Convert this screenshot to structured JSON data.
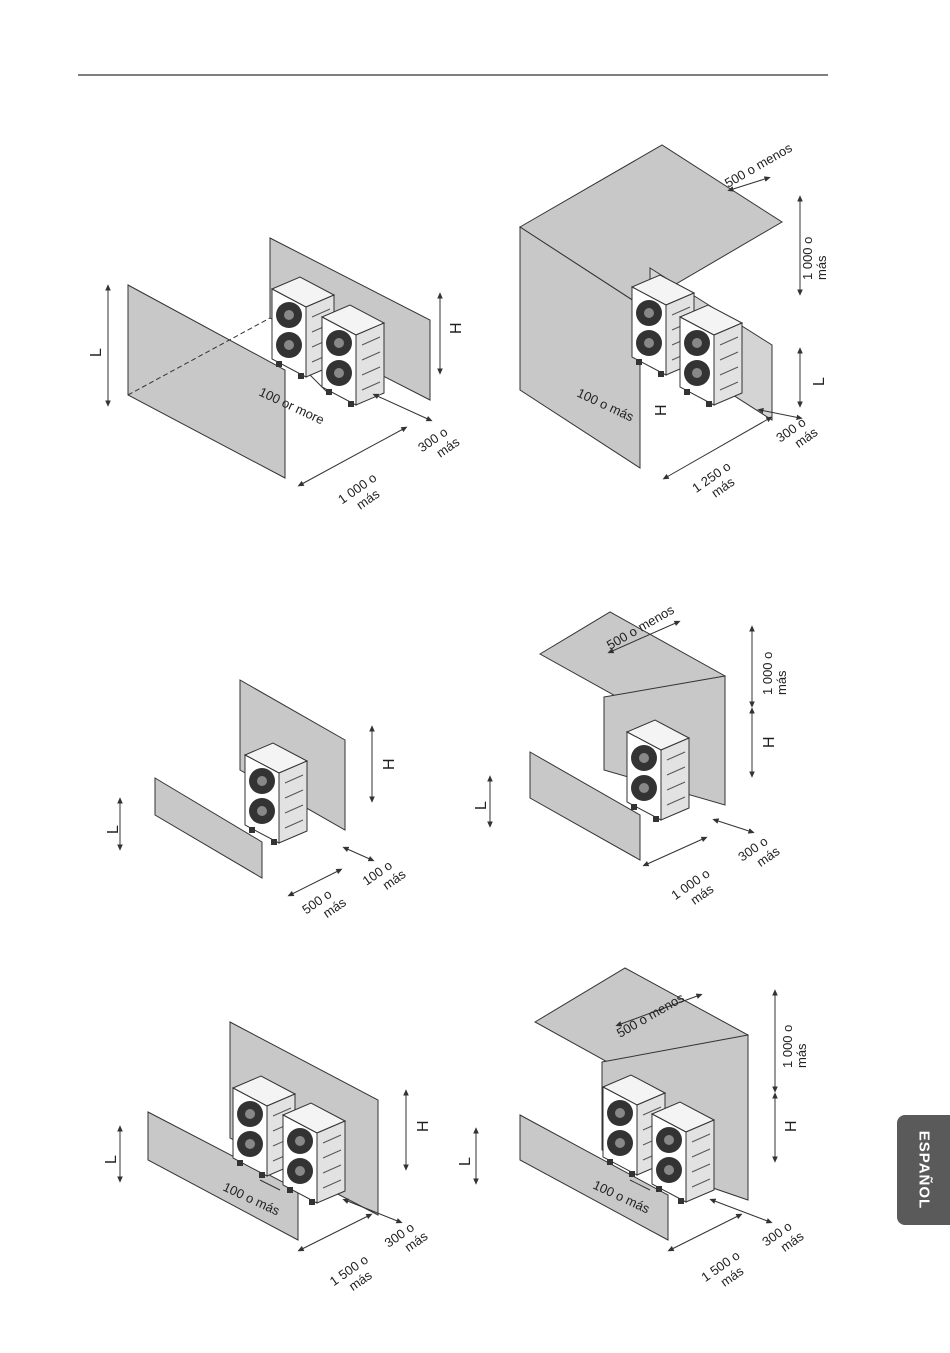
{
  "side_tab": {
    "label": "ESPAÑOL"
  },
  "colors": {
    "wall": "#c8c8c8",
    "line": "#333333",
    "unit": "#ffffff",
    "tab": "#5a5a5a"
  },
  "diagram1": {
    "l": "L",
    "h": "H",
    "gap": "100 or more",
    "side": "300 o",
    "side2": "más",
    "front": "1 000 o",
    "front2": "más"
  },
  "diagram2": {
    "top": "500 o menos",
    "above": "1 000 o",
    "above2": "más",
    "l": "L",
    "h": "H",
    "gap": "100 o más",
    "side": "300 o",
    "side2": "más",
    "front": "1 250 o",
    "front2": "más"
  },
  "diagram3": {
    "l": "L",
    "h": "H",
    "side": "100 o",
    "side2": "más",
    "front": "500 o",
    "front2": "más"
  },
  "diagram4": {
    "top": "500 o menos",
    "above": "1 000 o",
    "above2": "más",
    "l": "L",
    "h": "H",
    "side": "300 o",
    "side2": "más",
    "front": "1 000 o",
    "front2": "más"
  },
  "diagram5": {
    "l": "L",
    "h": "H",
    "gap": "100 o más",
    "side": "300 o",
    "side2": "más",
    "front": "1 500 o",
    "front2": "más"
  },
  "diagram6": {
    "top": "500 o menos",
    "above": "1 000 o",
    "above2": "más",
    "l": "L",
    "h": "H",
    "gap": "100 o más",
    "side": "300 o",
    "side2": "más",
    "front": "1 500 o",
    "front2": "más"
  }
}
